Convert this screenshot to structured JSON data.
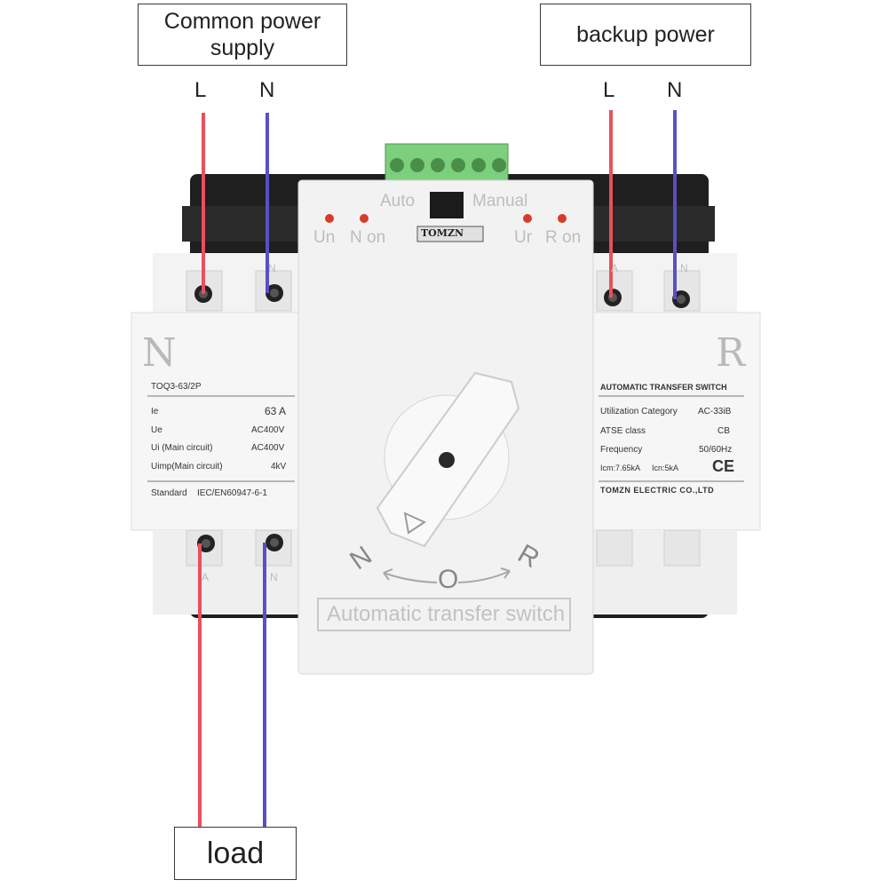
{
  "callouts": {
    "common_power": "Common power supply",
    "backup_power": "backup power",
    "load": "load"
  },
  "wire_labels": {
    "left_L": "L",
    "left_N": "N",
    "right_L": "L",
    "right_N": "N"
  },
  "colors": {
    "live_wire": "#e8505b",
    "neutral_wire": "#5b4fc4",
    "terminal_block": "#7ccf7c",
    "indicator_led": "#d83a2a",
    "body": "#f1f1f1"
  },
  "front_panel": {
    "mode_auto": "Auto",
    "mode_manual": "Manual",
    "brand": "TOMZN",
    "ind_un": "Un",
    "ind_n_on": "N on",
    "ind_ur": "Ur",
    "ind_r_on": "R on",
    "pos_n": "N",
    "pos_o": "O",
    "pos_r": "R",
    "product_name": "Automatic transfer switch"
  },
  "left_module": {
    "letter": "N",
    "model": "TOQ3-63/2P",
    "specs": [
      {
        "key": "Ie",
        "value": "63 A"
      },
      {
        "key": "Ue",
        "value": "AC400V"
      },
      {
        "key": "Ui (Main circuit)",
        "value": "AC400V"
      },
      {
        "key": "Uimp(Main circuit)",
        "value": "4kV"
      }
    ],
    "standard_label": "Standard",
    "standard_value": "IEC/EN60947-6-1",
    "top_term_n": "N",
    "bot_term_a": "A",
    "bot_term_n": "N"
  },
  "right_module": {
    "letter": "R",
    "title": "AUTOMATIC TRANSFER SWITCH",
    "specs": [
      {
        "key": "Utilization Category",
        "value": "AC-33iB"
      },
      {
        "key": "ATSE class",
        "value": "CB"
      },
      {
        "key": "Frequency",
        "value": "50/60Hz"
      }
    ],
    "icm": "Icm:7.65kA",
    "icn": "Icn:5kA",
    "ce": "CE",
    "maker": "TOMZN ELECTRIC CO.,LTD",
    "top_term_a": "A",
    "top_term_n": "N"
  }
}
